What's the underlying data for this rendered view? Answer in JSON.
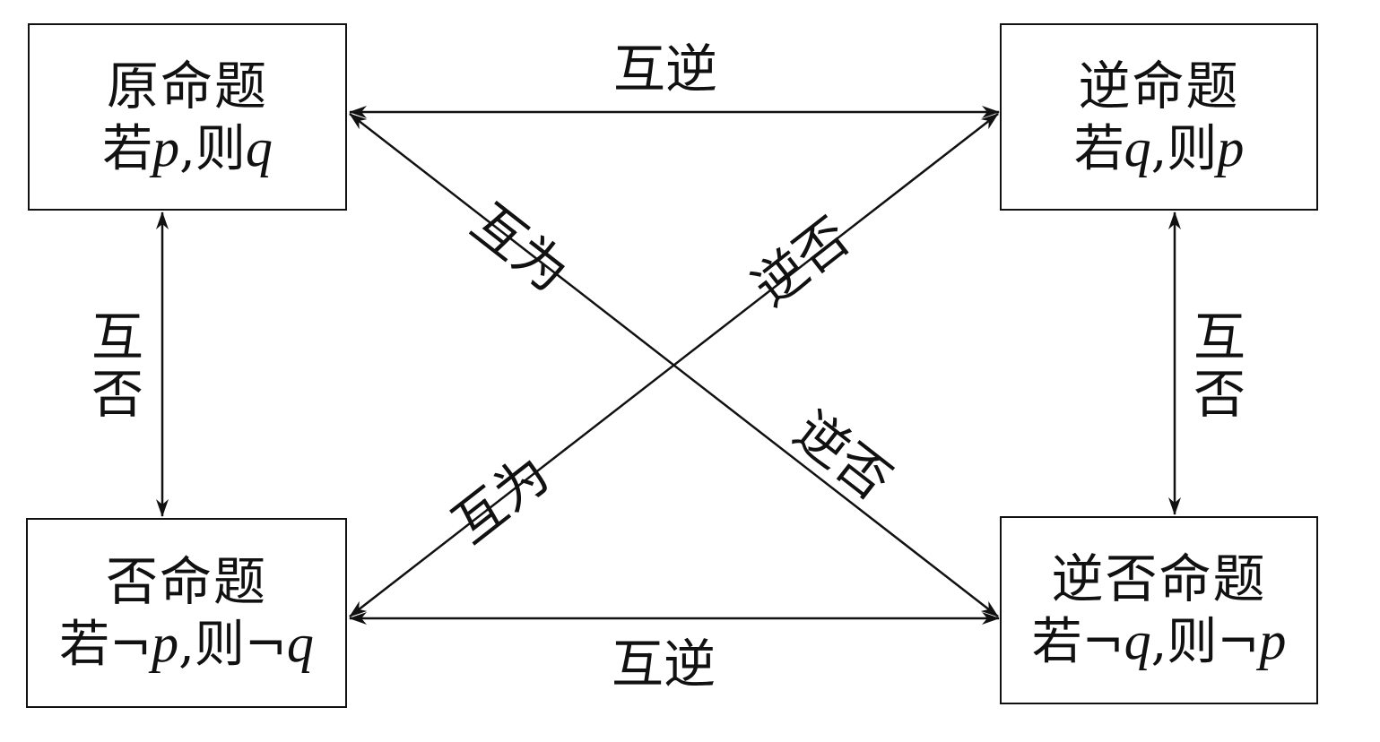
{
  "boxes": {
    "original": {
      "title": "原命题",
      "cond_prefix": "若",
      "cond_a": "p",
      "cond_mid": ",则",
      "cond_b": "q"
    },
    "converse": {
      "title": "逆命题",
      "cond_prefix": "若",
      "cond_a": "q",
      "cond_mid": ",则",
      "cond_b": "p"
    },
    "inverse": {
      "title": "否命题",
      "cond_prefix": "若¬",
      "cond_a": "p",
      "cond_mid": ",则¬",
      "cond_b": "q"
    },
    "contrapositive": {
      "title": "逆否命题",
      "cond_prefix": "若¬",
      "cond_a": "q",
      "cond_mid": ",则¬",
      "cond_b": "p"
    }
  },
  "relations": {
    "top": "互逆",
    "bottom": "互逆",
    "left_a": "互",
    "left_b": "否",
    "right_a": "互",
    "right_b": "否",
    "diag_tl_upper": "互为",
    "diag_tl_lower": "逆否",
    "diag_bl_upper": "逆否",
    "diag_bl_lower": "互为"
  },
  "colors": {
    "stroke": "#111111",
    "background": "#ffffff"
  }
}
